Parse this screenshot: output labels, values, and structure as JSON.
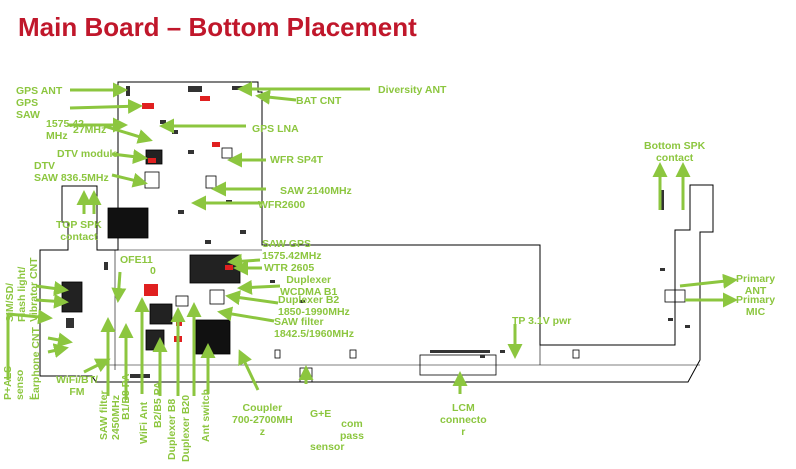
{
  "title": "Main Board – Bottom Placement",
  "colors": {
    "title": "#c0172b",
    "label": "#8cc63f",
    "arrow": "#8cc63f",
    "board": "#000000"
  },
  "labels": {
    "gps_ant": "GPS ANT",
    "gps_saw": "GPS\nSAW",
    "gps_saw_freq": "1575.42\nMHz",
    "freq_27mhz": "27MHz",
    "dtv_module": "DTV module",
    "dtv_saw": "DTV\nSAW 836.5MHz",
    "top_spk": "TOP SPK\ncontact",
    "diversity_ant": "Diversity ANT",
    "bat_cnt": "BAT CNT",
    "gps_lna": "GPS LNA",
    "wfr_sp4t": "WFR SP4T",
    "saw_2140": "SAW 2140MHz",
    "wfr2600": "WFR2600",
    "bottom_spk": "Bottom SPK\ncontact",
    "saw_gps": "SAW GPS\n1575.42MHz",
    "wtr2605": "WTR 2605",
    "duplexer_wcdma": "Duplexer\nWCDMA B1",
    "duplexer_b2": "Duplexer B2\n1850-1990MHz",
    "saw_filter_1842": "SAW filter\n1842.5/1960MHz",
    "primary_ant": "Primary\nANT",
    "primary_mic": "Primary\nMIC",
    "ofe11": "OFE11",
    "ofe_digit": "0",
    "tp_pwr": "TP 3.1V pwr",
    "lcm_connector": "LCM\nconnecto\nr",
    "coupler": "Coupler\n700-2700MH\nz",
    "g_e": "G+E",
    "compass": "com\npass",
    "sensor": "sensor",
    "wifi_bt_fm": "WiFi/BT/\nFM",
    "sim_sd": "SIM/SD/\nFlash light/\nVibrator CNT",
    "p_als": "P+ALS\nsenso\nr",
    "earphone_cnt": "Earphone CNT",
    "saw_filter_2450": "SAW filter\n2450MHz",
    "wifi_ant": "WiFi Ant",
    "b1_b8_pa": "B1/B8 PA",
    "b2_b5_pa": "B2/B5 PA",
    "duplexer_b8": "Duplexer B8",
    "duplexer_b20": "Duplexer B20",
    "ant_switch": "Ant switch"
  }
}
